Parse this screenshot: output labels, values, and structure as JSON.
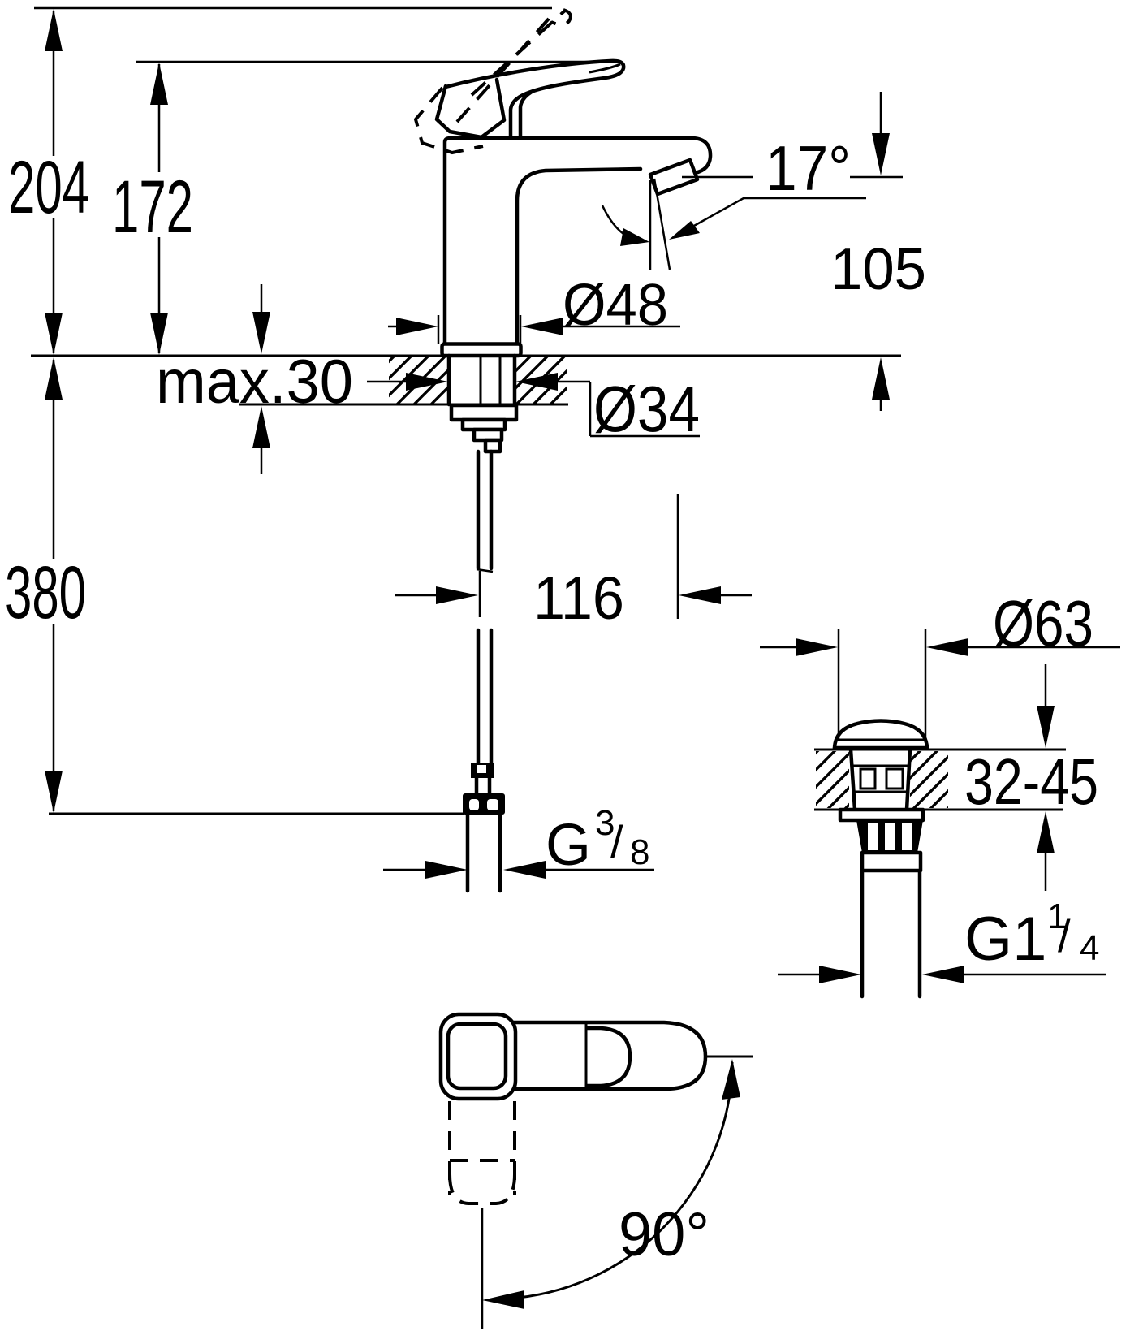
{
  "diagram": {
    "colors": {
      "line": "#000000",
      "background": "#ffffff"
    },
    "labels": {
      "overall_height": "204",
      "handle_raise_height": "172",
      "hose_length": "380",
      "deck_thickness": "max.30",
      "base_diameter": "Ø48",
      "hole_diameter": "Ø34",
      "spout_angle": "17°",
      "spout_height": "105",
      "spout_reach": "116",
      "supply_thread": {
        "prefix": "G",
        "numerator": "3",
        "slash": "/",
        "denominator": "8"
      },
      "waste_flange_diameter": "Ø63",
      "waste_deck_range": "32-45",
      "waste_thread": {
        "prefix": "G1",
        "numerator": "1",
        "slash": "/",
        "denominator": "4"
      },
      "handle_swivel": "90°"
    }
  }
}
